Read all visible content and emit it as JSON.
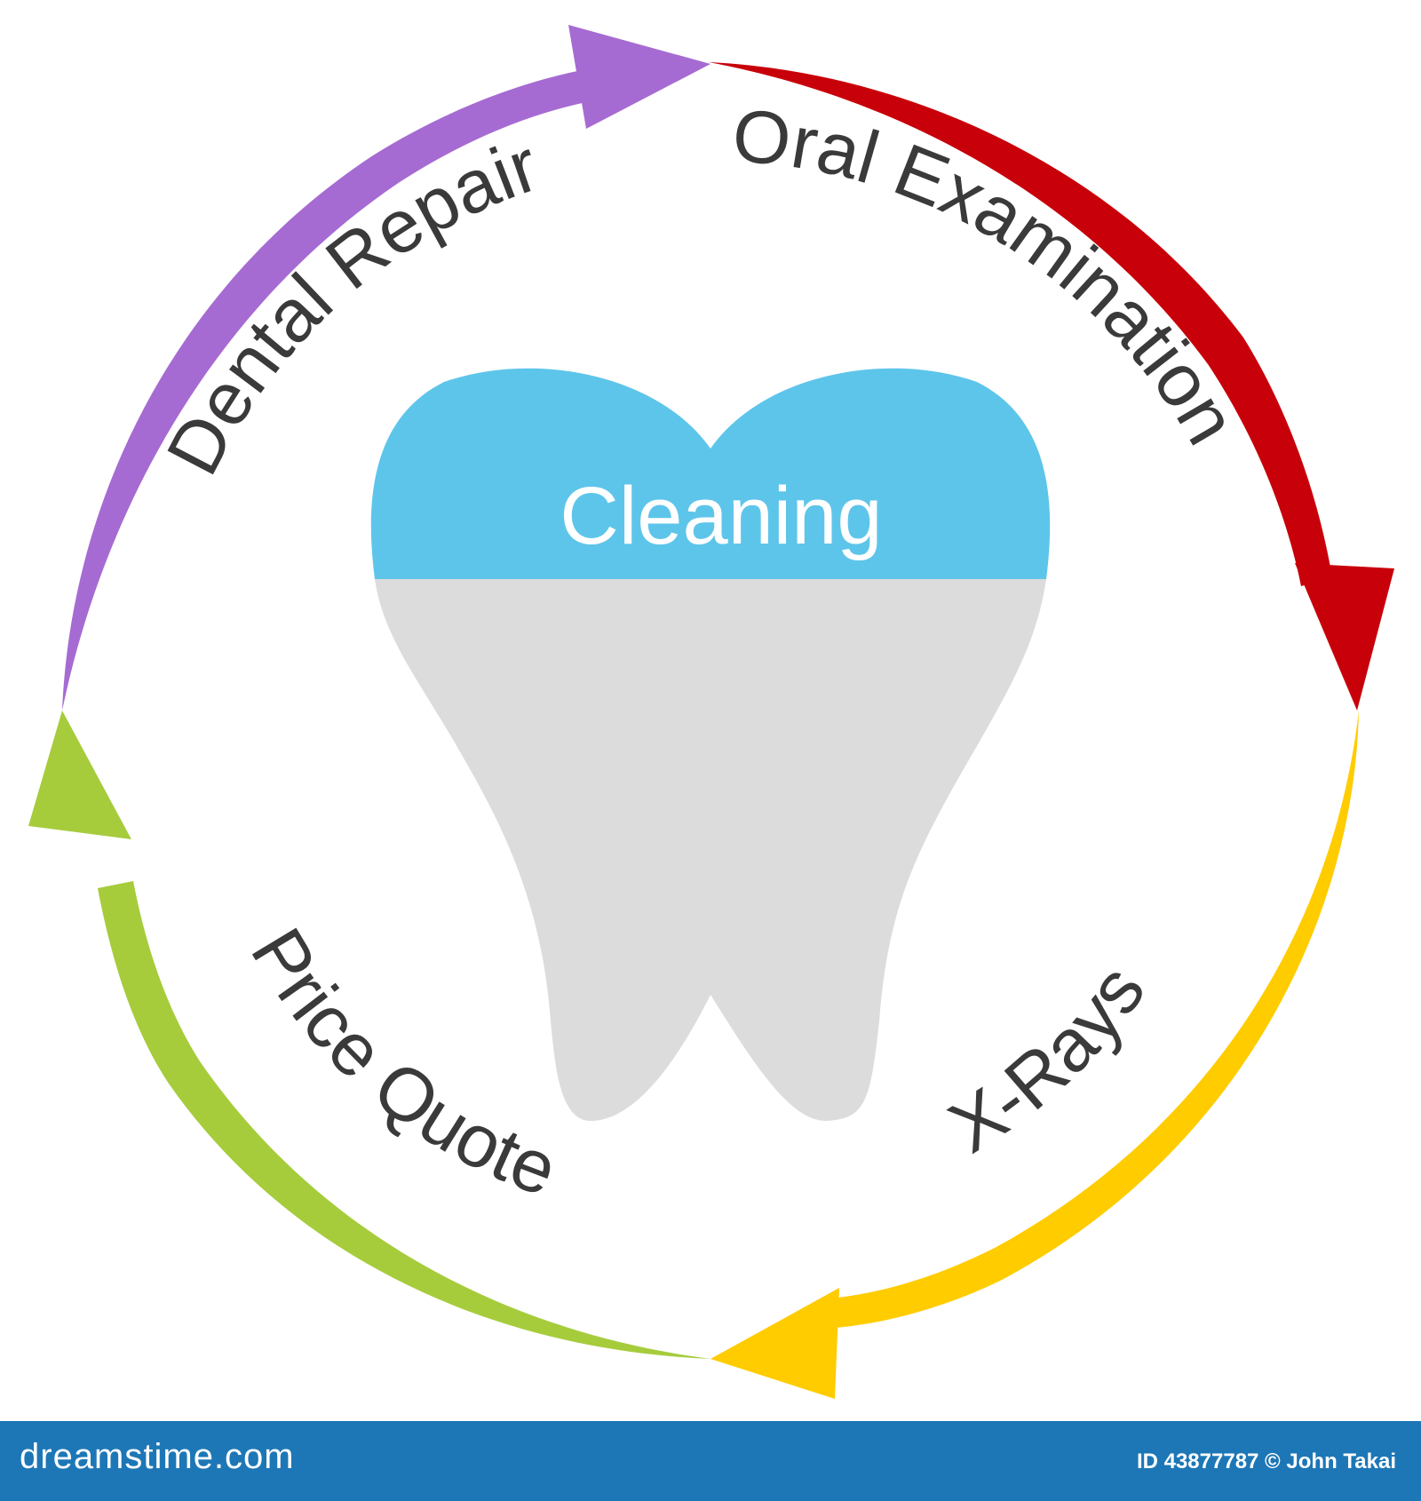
{
  "diagram": {
    "center_label": "Cleaning",
    "steps": [
      {
        "label": "Oral Examination",
        "color": "#c8000a"
      },
      {
        "label": "X-Rays",
        "color": "#ffcc00"
      },
      {
        "label": "Price Quote",
        "color": "#a6cc3c"
      },
      {
        "label": "Dental Repair",
        "color": "#a66bd2"
      }
    ],
    "tooth_crown_color": "#5ec5ea",
    "tooth_root_color": "#dcdcdc"
  },
  "footer": {
    "site": "dreamstime.com",
    "credit": "ID 43877787 © John Takai"
  }
}
